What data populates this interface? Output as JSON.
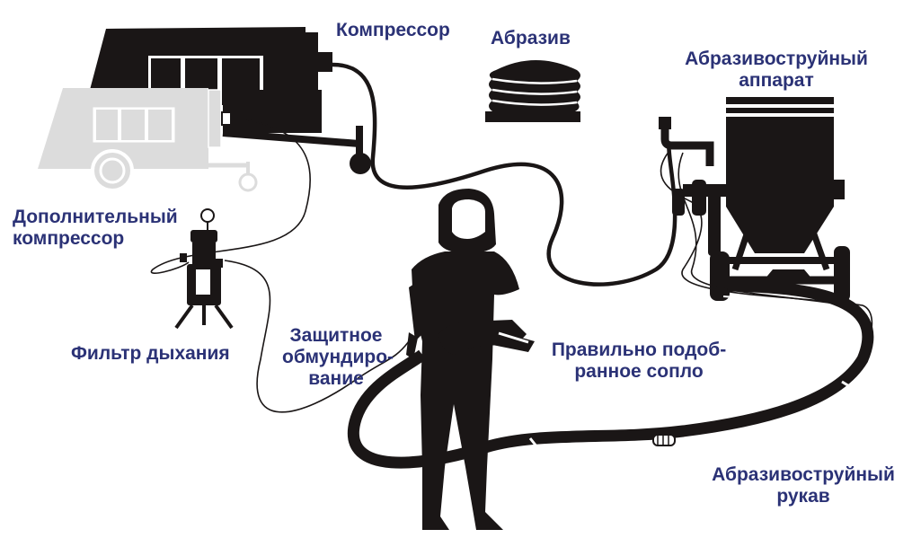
{
  "labels": {
    "compressor": "Компрессор",
    "abrasive": "Абразив",
    "blast_machine": [
      "Абразивоструйный",
      "аппарат"
    ],
    "extra_compressor": [
      "Дополнительный",
      "компрессор"
    ],
    "breathing_filter": "Фильтр дыхания",
    "protective_suit": [
      "Защитное",
      "обмундиро-",
      "вание"
    ],
    "nozzle": [
      "Правильно подоб-",
      "ранное сопло"
    ],
    "blast_hose": [
      "Абразивоструйный",
      "рукав"
    ]
  },
  "colors": {
    "label_text": "#2b3276",
    "silhouette": "#1a1616",
    "secondary_unit": "#dcdcdc",
    "background": "#ffffff"
  }
}
